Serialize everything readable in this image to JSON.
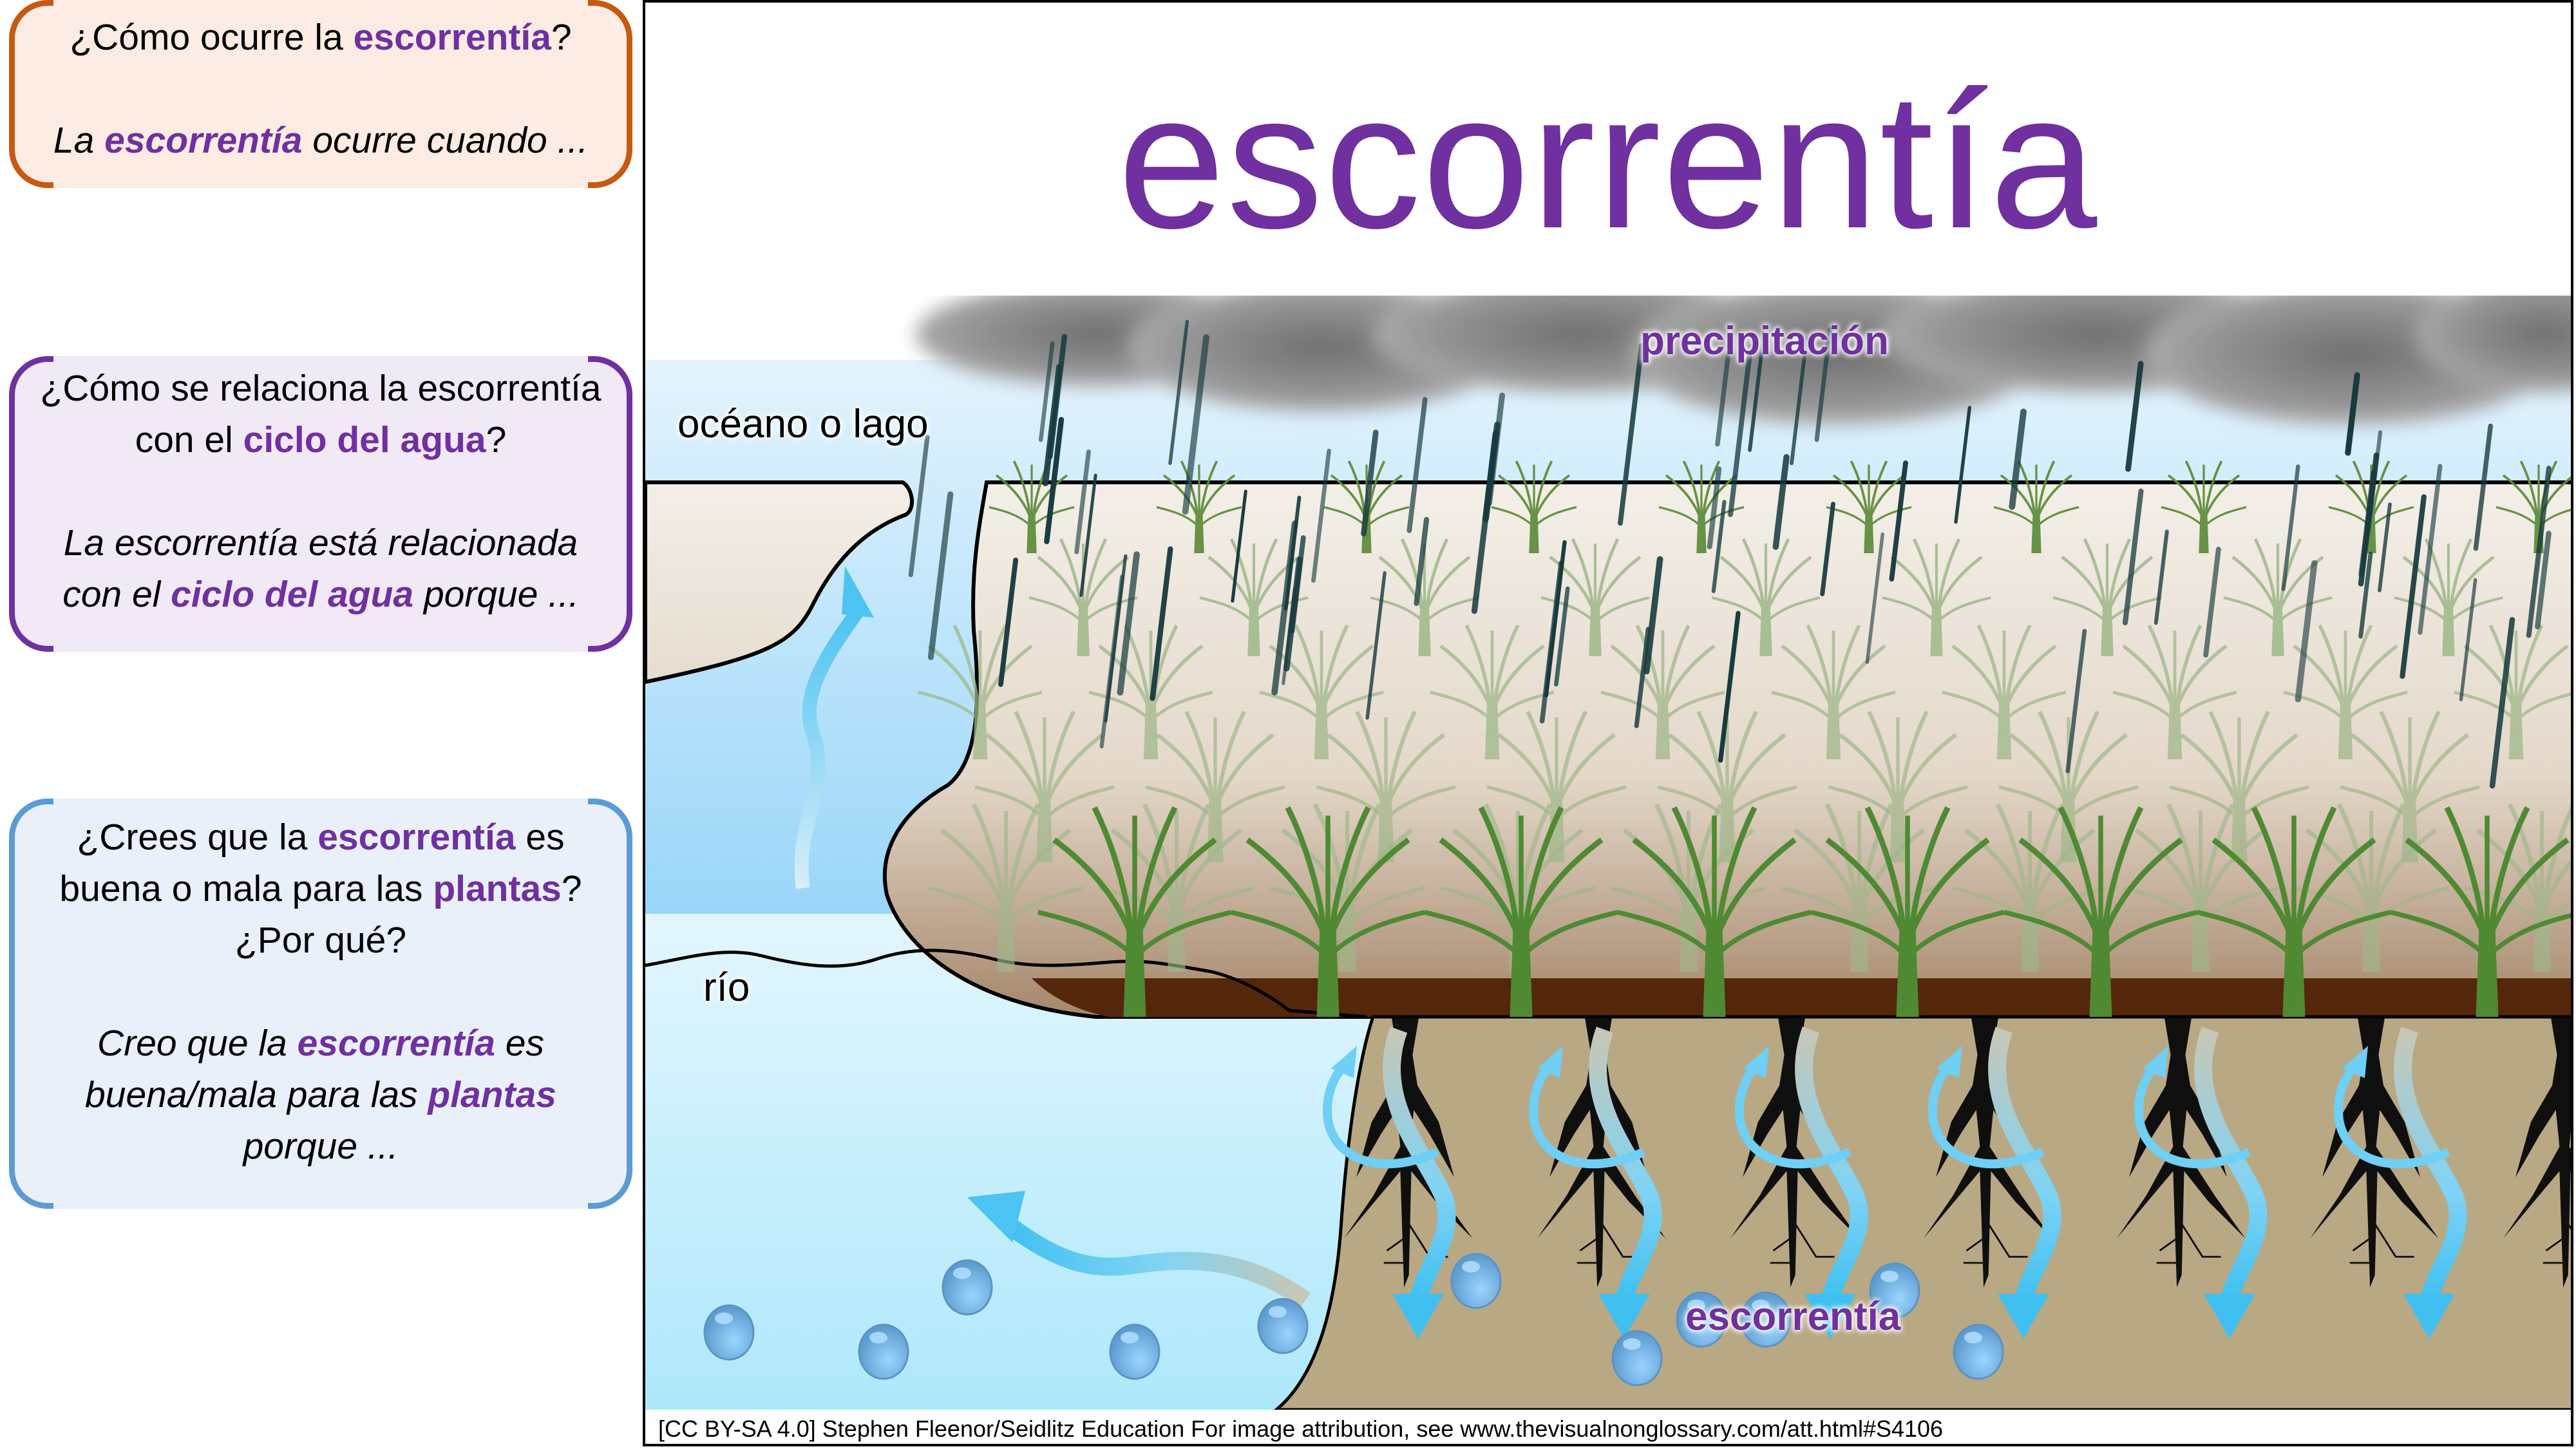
{
  "prompts": [
    {
      "question_parts": [
        "¿Cómo ocurre la ",
        "escorrentía",
        "?"
      ],
      "answer_parts": [
        "La ",
        "escorrentía",
        " ocurre cuando ..."
      ],
      "border_color": "#c55a11"
    },
    {
      "question_line1": "¿Cómo se relaciona la escorrentía",
      "question_line2_parts": [
        "con el ",
        "ciclo del agua",
        "?"
      ],
      "answer_line1": "La escorrentía está relacionada",
      "answer_line2_parts": [
        "con el ",
        "ciclo del agua",
        " porque ..."
      ],
      "border_color": "#7030a0"
    },
    {
      "question_line1_parts": [
        "¿Crees que la ",
        "escorrentía",
        " es"
      ],
      "question_line2_parts": [
        "buena o mala para las ",
        "plantas",
        "?"
      ],
      "question_line3": "¿Por qué?",
      "answer_line1_parts": [
        "Creo que la ",
        "escorrentía",
        " es"
      ],
      "answer_line2_parts": [
        "buena/mala para las ",
        "plantas"
      ],
      "answer_line3": "porque ...",
      "border_color": "#5b9bd5"
    }
  ],
  "main": {
    "title": "escorrentía",
    "accent_color": "#7030a0",
    "labels": {
      "ocean": "océano o lago",
      "precipitation": "precipitación",
      "river": "río",
      "runoff": "escorrentía"
    },
    "attribution": "[CC BY-SA 4.0] Stephen Fleenor/Seidlitz Education For image attribution, see www.thevisualnonglossary.com/att.html#S4106"
  }
}
